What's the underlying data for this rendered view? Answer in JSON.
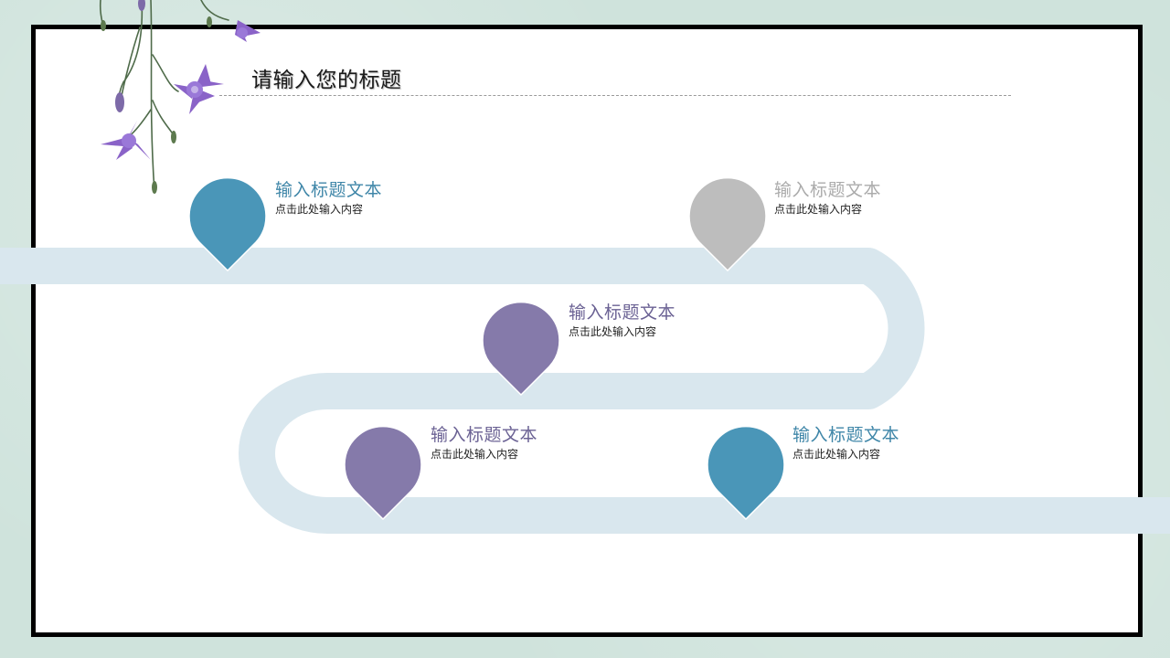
{
  "slide": {
    "title": "请输入您的标题"
  },
  "colors": {
    "road": "#d9e7ee",
    "teal": "#4a96b8",
    "purple": "#857aaa",
    "gray": "#bdbdbd",
    "frame": "#000000",
    "background": "#cfe3dc"
  },
  "milestones": [
    {
      "heading": "输入标题文本",
      "body": "点击此处输入内容",
      "color": "teal"
    },
    {
      "heading": "输入标题文本",
      "body": "点击此处输入内容",
      "color": "gray"
    },
    {
      "heading": "输入标题文本",
      "body": "点击此处输入内容",
      "color": "purple"
    },
    {
      "heading": "输入标题文本",
      "body": "点击此处输入内容",
      "color": "purple"
    },
    {
      "heading": "输入标题文本",
      "body": "点击此处输入内容",
      "color": "teal"
    }
  ],
  "decoration": {
    "flower_icon": "bellflower-icon"
  }
}
